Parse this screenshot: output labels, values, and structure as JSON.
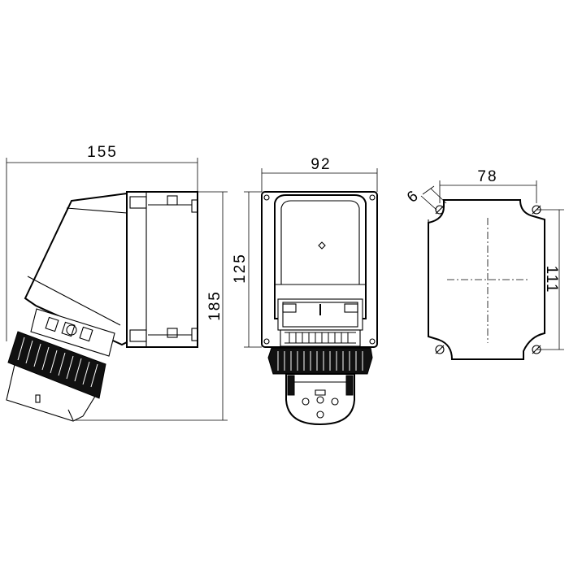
{
  "dimensions": {
    "side_width": "155",
    "side_height": "185",
    "front_width": "92",
    "front_height": "125",
    "mount_width": "78",
    "mount_height": "111",
    "hole_size": "6"
  }
}
